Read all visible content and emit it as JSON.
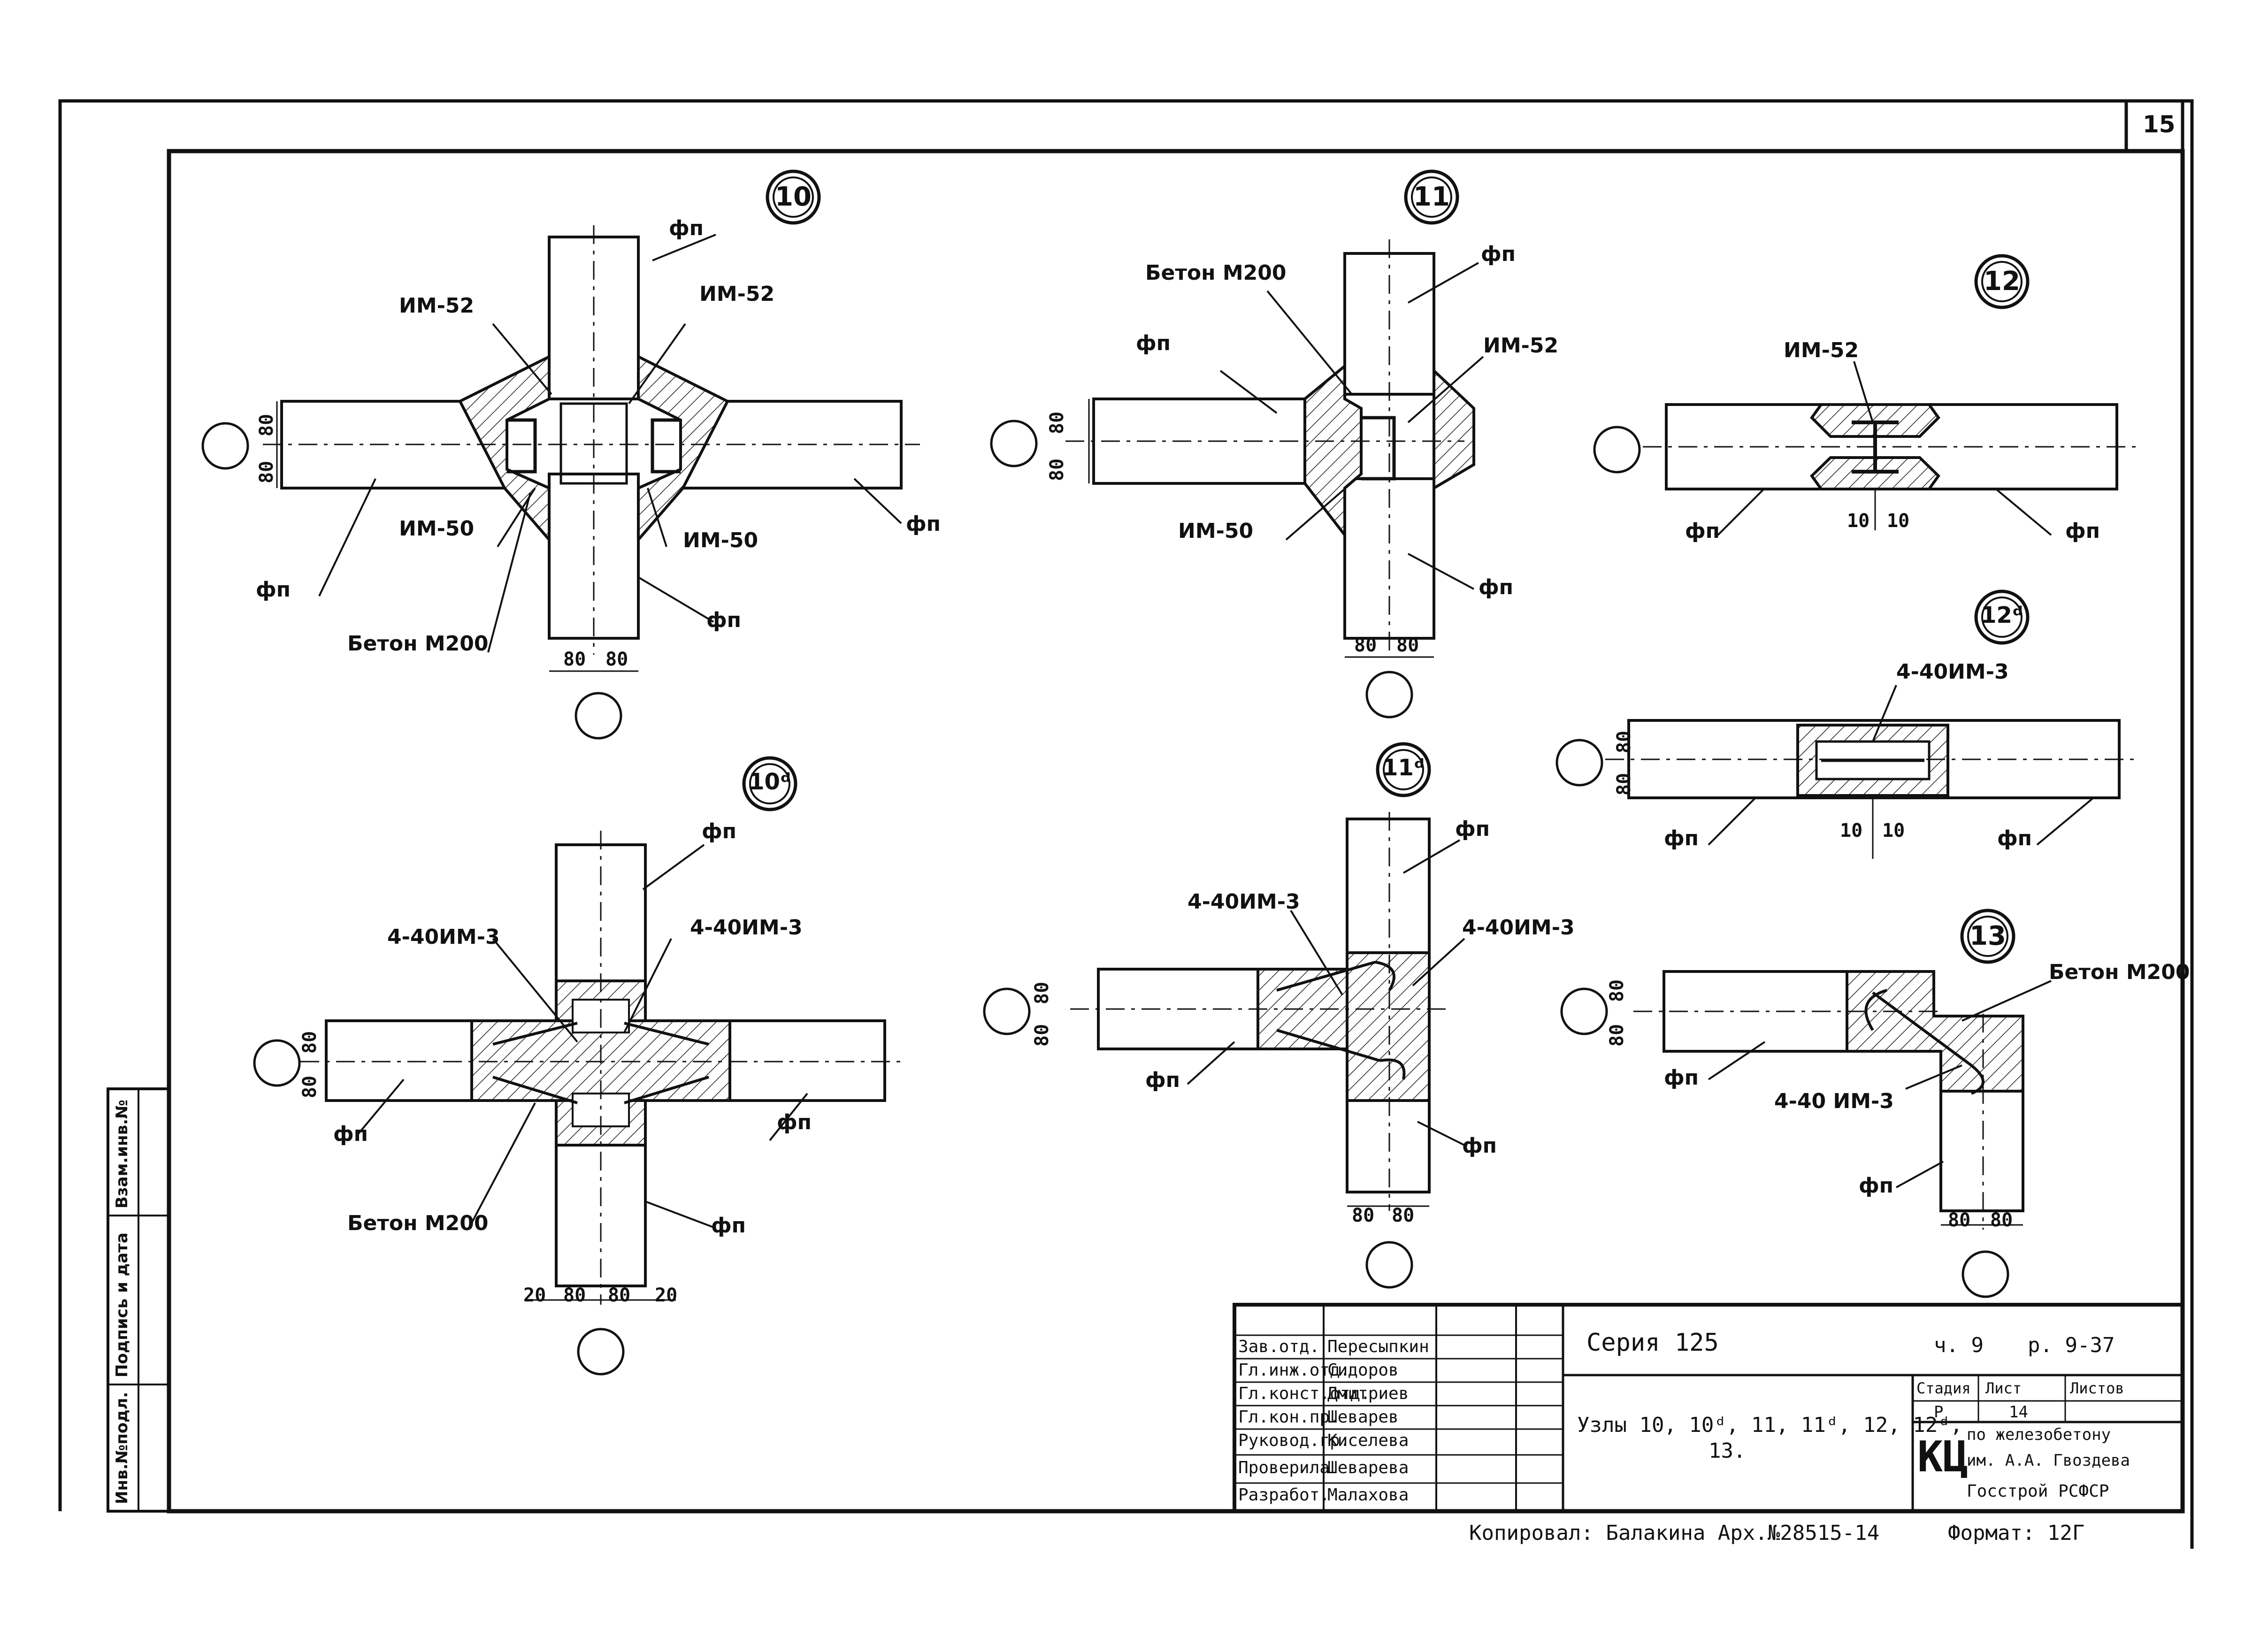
{
  "sheet": {
    "number": "15"
  },
  "labels": {
    "fp": "фп",
    "im52": "ИМ-52",
    "im50": "ИМ-50",
    "concrete": "Бетон М200",
    "im3": "4-40ИМ-3",
    "im3b": "4-40 ИМ-3"
  },
  "nodes": {
    "n10": "10",
    "n11": "11",
    "n12": "12",
    "n12a": "12ᵈ",
    "n10a": "10ᵈ",
    "n11a": "11ᵈ",
    "n13": "13"
  },
  "dims": {
    "d80": "80",
    "d10": "10",
    "d20": "20"
  },
  "side_stamp": {
    "col1": "Инв.№подл.",
    "col2": "Подпись и дата",
    "col3": "Взам.инв.№"
  },
  "title_block": {
    "roles": [
      "Зав.отд.",
      "Гл.инж.отд.",
      "Гл.конст.отд.",
      "Гл.кон.пр.",
      "Руковод.гр.",
      "Проверила",
      "Разработ."
    ],
    "names": [
      "Пересыпкин",
      "Сидоров",
      "Дмитриев",
      "Шеварев",
      "Киселева",
      "Шеварева",
      "Малахова"
    ],
    "series": "Серия 125",
    "part": "ч. 9",
    "page_ref": "р. 9-37",
    "title_line1": "Узлы  10, 10ᵈ, 11, 11ᵈ, 12, 12ᵈ,",
    "title_line2": "13.",
    "stage_head": "Стадия",
    "sheet_head": "Лист",
    "sheets_head": "Листов",
    "stage": "Р",
    "sheet_no": "14",
    "org1": "по железобетону",
    "org2": "им. А.А. Гвоздева",
    "org3": "Госстрой  РСФСР",
    "org_logo": "КЦ"
  },
  "footer": {
    "copied": "Копировал: Балакина  Арх.№28515-14",
    "format": "Формат: 12Г"
  },
  "colors": {
    "ink": "#111111",
    "paper": "#ffffff",
    "hatch": "#222222"
  }
}
